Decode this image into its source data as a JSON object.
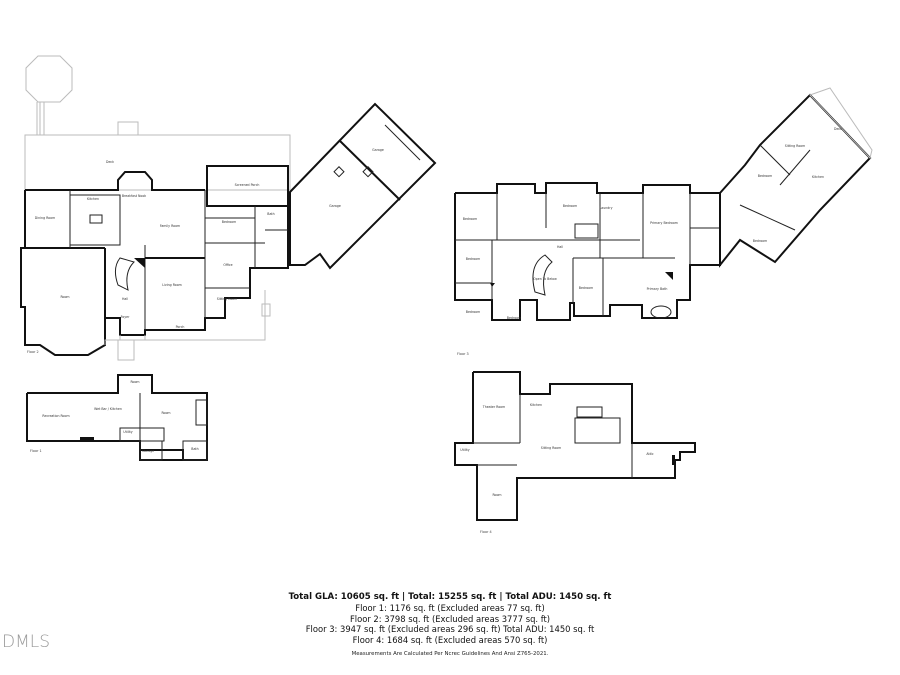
{
  "floors": {
    "floor2": {
      "label": "Floor 2",
      "rooms": [
        "Deck",
        "Screened Porch",
        "Dining Room",
        "Kitchen",
        "Breakfast Nook",
        "Family Room",
        "Bedroom",
        "Bath",
        "Office",
        "Room",
        "Hall",
        "Living Room",
        "Sitting Room",
        "Foyer",
        "Porch",
        "Garage",
        "Garage"
      ]
    },
    "floor1": {
      "label": "Floor 1",
      "rooms": [
        "Recreation Room",
        "Wet Bar / Kitchen",
        "Room",
        "Room",
        "Utility",
        "Storage",
        "Bath"
      ]
    },
    "floor3": {
      "label": "Floor 3",
      "rooms": [
        "Bedroom",
        "Bedroom",
        "Laundry",
        "Primary Bedroom",
        "Hall",
        "Bedroom",
        "Open To Below",
        "Bedroom",
        "Primary Bath",
        "Bedroom",
        "Bedroom",
        "Sitting Room",
        "Kitchen",
        "Bedroom",
        "Bedroom",
        "Deck"
      ]
    },
    "floor4": {
      "label": "Floor 4",
      "rooms": [
        "Theater Room",
        "Kitchen",
        "Sitting Room",
        "Utility",
        "Room",
        "Attic"
      ]
    }
  },
  "summary": {
    "total_line": "Total GLA: 10605 sq. ft | Total: 15255 sq. ft | Total ADU: 1450 sq. ft",
    "lines": [
      "Floor 1: 1176 sq. ft (Excluded areas 77 sq. ft)",
      "Floor 2: 3798 sq. ft (Excluded areas 3777 sq. ft)",
      "Floor 3: 3947 sq. ft (Excluded areas 296 sq. ft) Total ADU: 1450 sq. ft",
      "Floor 4: 1684 sq. ft (Excluded areas 570 sq. ft)"
    ],
    "note": "Measurements Are Calculated Per Ncrec Guidelines And Ansi Z765-2021."
  },
  "logo": "DMLS"
}
